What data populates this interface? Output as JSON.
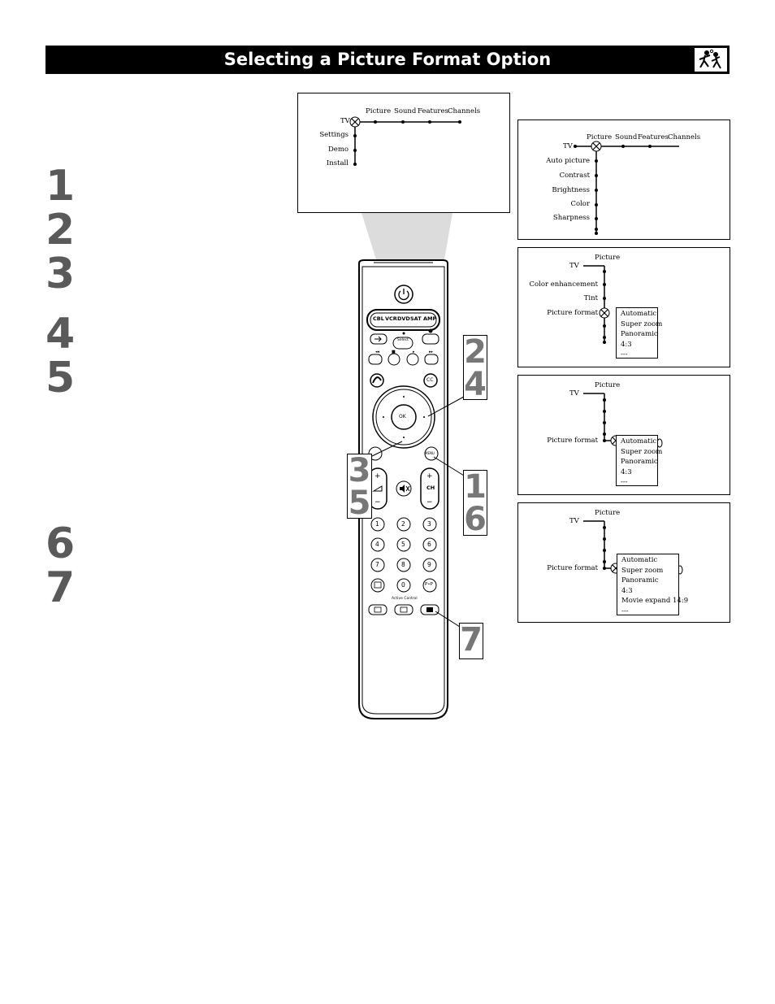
{
  "header": {
    "title": "Selecting a Picture Format Option"
  },
  "steps_left": [
    "1",
    "2",
    "3",
    "4",
    "5",
    "6",
    "7"
  ],
  "screen_main": {
    "left_item": "TV",
    "top_items": [
      "Picture",
      "Sound",
      "Features",
      "Channels"
    ],
    "left_items": [
      "Settings",
      "Demo",
      "Install"
    ]
  },
  "screen_picture": {
    "tv": "TV",
    "top_items": [
      "Picture",
      "Sound",
      "Features",
      "Channels"
    ],
    "items": [
      "Auto  picture",
      "Contrast",
      "Brightness",
      "Color",
      "Sharpness"
    ]
  },
  "screen_format": {
    "heading": "Picture",
    "tv": "TV",
    "items": [
      "Color  enhancement",
      "Tint",
      "Picture  format"
    ],
    "options": [
      "Automatic",
      "Super  zoom",
      "Panoramic",
      "4:3",
      "---"
    ]
  },
  "screen_format_select": {
    "heading": "Picture",
    "tv": "TV",
    "item": "Picture  format",
    "options": [
      "Automatic",
      "Super  zoom",
      "Panoramic",
      "4:3",
      "---"
    ]
  },
  "screen_format_list": {
    "heading": "Picture",
    "tv": "TV",
    "item": "Picture  format",
    "options": [
      "Automatic",
      "Super  zoom",
      "Panoramic",
      "4:3",
      "Movie  expand  14:9",
      "---"
    ]
  },
  "remote": {
    "source_labels": [
      "CBL",
      "VCR",
      "DVD",
      "SAT",
      "AMP"
    ],
    "select_label": "Select",
    "ok_label": "OK",
    "cc_label": "CC",
    "menu_label": "MENU",
    "ch_label": "CH",
    "digits": [
      "1",
      "2",
      "3",
      "4",
      "5",
      "6",
      "7",
      "8",
      "9",
      "0"
    ],
    "pp_label": "P•P",
    "active_control_label": "Active Control"
  },
  "callouts": {
    "c24": [
      "2",
      "4"
    ],
    "c35": [
      "3",
      "5"
    ],
    "c16": [
      "1",
      "6"
    ],
    "c7": [
      "7"
    ]
  },
  "colors": {
    "step_numbers": "#5a5a5a",
    "callout_numbers": "#777777",
    "beam": "#dcdcdc"
  }
}
